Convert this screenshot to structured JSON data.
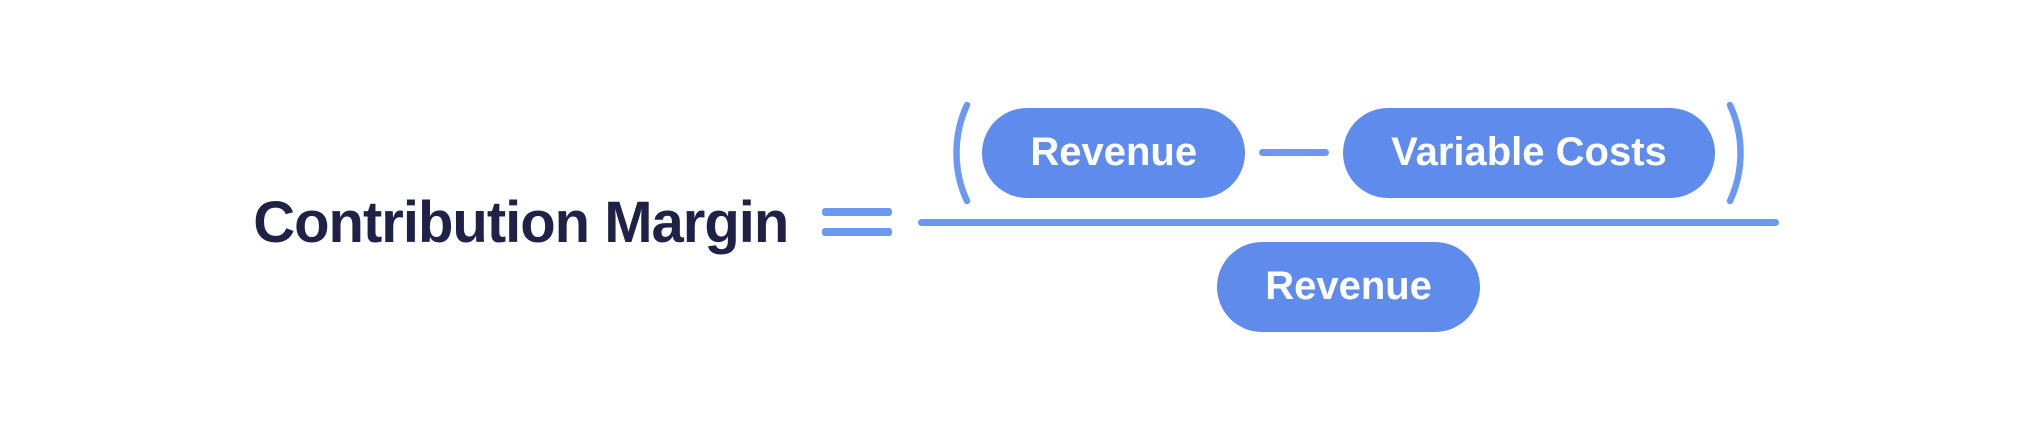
{
  "diagram": {
    "equation": {
      "lhs": "Contribution Margin",
      "equals_sign": "=",
      "numerator": {
        "open_paren": "(",
        "term1": "Revenue",
        "minus_operator": "−",
        "term2": "Variable Costs",
        "close_paren": ")"
      },
      "denominator": {
        "term": "Revenue"
      }
    }
  },
  "colors": {
    "background": "#ffffff",
    "pill_blue": "#5e8bec",
    "line_blue": "#6b99f1",
    "text_navy": "#1f2147",
    "pill_text": "#ffffff"
  }
}
